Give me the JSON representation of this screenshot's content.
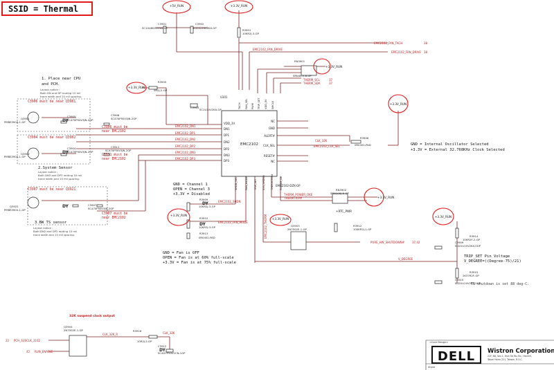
{
  "title": "SSID = Thermal",
  "rails": {
    "v5_run": "+5V_RUN",
    "v3_run": "+3.3V_RUN",
    "v3_run_b": "+3.3V_RUN",
    "v3_run_c": "+3.3V_RUN",
    "v3_run_d": "+3.3V_RUN",
    "v3_run_e": "+3.3V_RUN",
    "v3_run_f": "+3.3V_RUN",
    "v3_run_g": "+3.3V_RUN",
    "v3_run_h": "+3.3V_RUN",
    "rtc_pwr": "+RTC_PWR",
    "v3_run_i": "+3.3V_RUN"
  },
  "ic": {
    "name": "EMC2102",
    "ref": "U301",
    "part": "EMC2102-DZK-GP",
    "left_pins": [
      "VDD_3V",
      "DN1",
      "DP1",
      "DN2",
      "DP2",
      "DN3",
      "DP3"
    ],
    "right_pins": [
      "NC",
      "GND",
      "ALERT#",
      "CLK_SEL",
      "RESET#",
      "NC"
    ],
    "top_pins": [
      "TACH",
      "FAN_SEL",
      "PWM",
      "TRIP_SET",
      "VDD_5V",
      "SMCLK"
    ],
    "bottom_pins": [
      "SHDN_SEL",
      "FAN_MODE",
      "TRIP_SET",
      "SYS_SHDN#",
      "THERMTRIP#",
      "POWER_OK"
    ]
  },
  "nets": {
    "fan_tach": "EMC2102_FAN_TACH",
    "fan_drive": "EMC2102_FAN_DRIVE",
    "dn1": "EMC2102_DN1",
    "dp1": "EMC2102_DP1",
    "dn2": "EMC2102_DN2",
    "dp2": "EMC2102_DP2",
    "dn3": "EMC2102_DN3",
    "dp3": "EMC2102_DP3",
    "clk_sel": "EMC2102_CLK_SEL",
    "fan_shdn": "EMC2102_SHDN",
    "fan_mode": "EMC2102_FAN_MODE",
    "therm_sda": "THERM_SDA",
    "therm_scl": "THERM_SCL",
    "therm_power_oke": "THERM_POWER_OKE",
    "thermtrip": "THERMTRIP#",
    "pure_hw_shutdown": "PURE_HW_SHUTDOWN#",
    "v_degree": "V_DEGREE",
    "clk_32k": "CLK_32K",
    "clk_32k_r": "CLK_32K_R",
    "pch_susclk": "PCH_SUSCLK_3102",
    "run_enable": "RUN_ENABLE",
    "emc2102_therm": "EMC2102_THERM"
  },
  "notes": {
    "place1": "1. Place near CPU",
    "place1b": "and PCH.",
    "layout1": "Layout notice :",
    "layout2": "Both DN and DP routing 10 mil",
    "layout3": "trace width and 10 mil spacing.",
    "layout4": "Layout notice :",
    "layout5": "Both DN2 and DP2 routing 10 mil",
    "layout6": "trace width and 10 mil spacing.",
    "c3906": "C3906 must be near Q3901",
    "c3906b": "C3906 must be",
    "c3906c": "near EMC2102",
    "c3904": "C3904 must be near Q3902",
    "c3911": "C3911 must be",
    "c3911b": "near EMC2102",
    "system_sensor": "2.System Sensor",
    "layout7": "Layout notice :",
    "layout8": "Both DN3 and DP3 routing 10 mil",
    "layout9": "trace width and 10 mil spacing.",
    "c3907": "C3907 must be near Q3921",
    "nb_sensor": "3.BW TS sensor",
    "c3907b": "C3907 must be",
    "c3907c": "near EMC2102",
    "gnd_ch1": "GND = Channel 1",
    "open_ch3": "OPEN = Channel 3",
    "v3_disabled": "+3.3V = Disabled",
    "gnd_fan_off": "GND = Fan is OFF",
    "open_fan60": "OPEN = Fan is at 60% full-scale",
    "v3_fan75": "+3.3V = Fan is at 75% full-scale",
    "gnd_osc": "GND = Internal Oscillator Selected",
    "v3_osc": "+3.3V = External 32.768KHz Clock Selected",
    "trip_set": "TRIP_SET Pin Voltage",
    "trip_formula": "V_DEGREE=((Degree-75)/21)",
    "ts_shutdown": "TS shutdown is set 88 deg-C.",
    "suspend_clock": "32K suspend clock output",
    "sheet": "Sheet"
  },
  "parts": {
    "c3901": "C3901",
    "c3901v": "SC10U6D3V5KX-GP",
    "c3902": "C3902",
    "c3902v": "SCD1U16V2KX-GP",
    "r3901": "R3901",
    "r3901v": "10KR2J-3-GP",
    "rn3901": "RN3901",
    "rn3901v": "SRN4K7J-8-GP",
    "r3905": "R3905",
    "r3905v": "0R2J-2-GP",
    "c3903": "C3903",
    "c3903v": "SC1U10V2KX-GP",
    "q3901": "Q3901",
    "q3901v": "PMBS3904-1-GP",
    "c3905": "C3905",
    "c3905v": "SC470P50V3JN-2GP",
    "c3908": "C3908",
    "c3908v": "SC470P50V3JN-2GP",
    "q3902": "Q3902",
    "q3902v": "PMBS3904-1-GP",
    "c3904": "C3904",
    "c3904v": "SC470P50V3JN-2GP",
    "c3911p": "C3911",
    "c3911v": "SC470P50V3JN-2GP",
    "q3921": "Q3921",
    "q3921v": "PMBS3904-1-GP",
    "c3907p": "C3907",
    "c3907v": "SC470P50V3JN-2GP",
    "r3906": "R3906",
    "r3906v": "0R0402-PAD",
    "r3909": "R3909",
    "r3909v": "10KR2J-3-GP",
    "r3910": "R3910",
    "r3910v": "10KR2J-3-GP",
    "r3913": "R3913",
    "r3913v": "0R0402-PAD",
    "rn3902": "RN3902",
    "rn3902v": "SRN10KJ-5-GP",
    "q3903": "Q3903",
    "q3903v": "2N7002E-1-GP",
    "r3912": "R3912",
    "r3912v": "100KR2J-1-GP",
    "r3914": "R3914",
    "r3914v": "10KR2F-2-GP",
    "c3909": "C3909",
    "c3909v": "SCD1U10V2KX-5GP",
    "r3915": "R3915",
    "r3915v": "2K37R2F-GP",
    "c3910": "C3910",
    "c3910v": "SCD1U10V2KX-5GP",
    "q3904": "Q3904",
    "q3904v": "2N7002E-1-GP",
    "r3916": "R3916",
    "r3916v": "10R2J-2-GP",
    "c3912": "C3912",
    "c3912v": "SC4D7P50V2CN-1GP",
    "dy": "DY"
  },
  "sheet_refs": {
    "r38a": "38",
    "r38b": "38",
    "r37a": "37",
    "r37b": "37",
    "r37c": "37,42",
    "r22": "22",
    "r42": "42"
  },
  "title_block": {
    "label": "<Core Design>",
    "company": "Wistron Corporation",
    "addr1": "21F, 88, Sec.1, Hsin Tai Wu Rd., Hsichih,",
    "addr2": "Taipei Hsien 221, Taiwan, R.O.C.",
    "logo": "DELL"
  },
  "colors": {
    "wire": "#7a1f1f",
    "net_text": "#c02020",
    "marker": "#e01818",
    "ink": "#222222"
  }
}
